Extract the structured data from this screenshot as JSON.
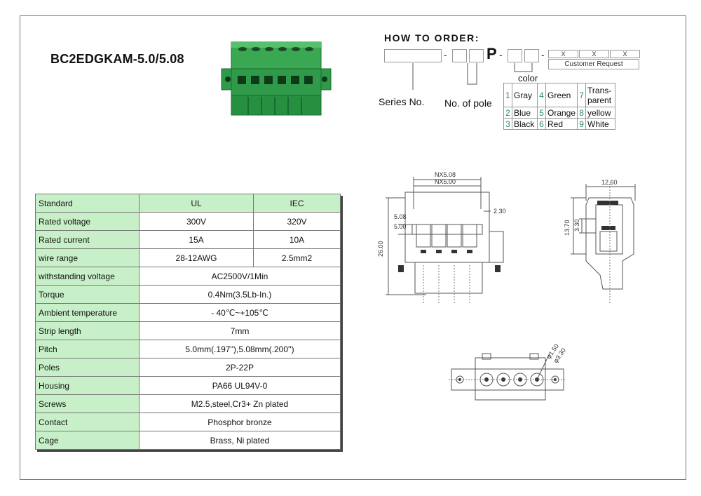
{
  "title": "BC2EDGKAM-5.0/5.08",
  "how_to_order": {
    "title": "HOW TO ORDER:",
    "letter": "P",
    "x_marks": [
      "X",
      "X",
      "X"
    ],
    "customer_request": "Customer Request",
    "labels": {
      "series": "Series No.",
      "pole": "No. of pole",
      "color": "color"
    },
    "colors": [
      [
        {
          "n": "1",
          "name": "Gray"
        },
        {
          "n": "4",
          "name": "Green"
        },
        {
          "n": "7",
          "name": "Trans- parent"
        }
      ],
      [
        {
          "n": "2",
          "name": "Blue"
        },
        {
          "n": "5",
          "name": "Orange"
        },
        {
          "n": "8",
          "name": "yellow"
        }
      ],
      [
        {
          "n": "3",
          "name": "Black"
        },
        {
          "n": "6",
          "name": "Red"
        },
        {
          "n": "9",
          "name": "White"
        }
      ]
    ]
  },
  "specs": {
    "header": {
      "key": "Standard",
      "ul": "UL",
      "iec": "IEC"
    },
    "split_rows": [
      {
        "key": "Rated voltage",
        "ul": "300V",
        "iec": "320V"
      },
      {
        "key": "Rated current",
        "ul": "15A",
        "iec": "10A"
      },
      {
        "key": "wire range",
        "ul": "28-12AWG",
        "iec": "2.5mm2"
      }
    ],
    "rows": [
      {
        "key": "withstanding voltage",
        "value": "AC2500V/1Min"
      },
      {
        "key": "Torque",
        "value": "0.4Nm(3.5Lb-In.)"
      },
      {
        "key": "Ambient temperature",
        "value": "- 40℃~+105℃"
      },
      {
        "key": "Strip length",
        "value": "7mm"
      },
      {
        "key": "Pitch",
        "value": "5.0mm(.197''),5.08mm(.200'')"
      },
      {
        "key": "Poles",
        "value": "2P-22P"
      },
      {
        "key": "Housing",
        "value": "PA66 UL94V-0"
      },
      {
        "key": "Screws",
        "value": "M2.5,steel,Cr3+ Zn plated"
      },
      {
        "key": "Contact",
        "value": "Phosphor bronze"
      },
      {
        "key": "Cage",
        "value": "Brass, Ni plated"
      }
    ]
  },
  "dimensions": {
    "front": {
      "nx508": "NX5.08",
      "nx500": "NX5.00",
      "d508": "5.08",
      "d500": "5.00",
      "d230": "2.30",
      "d2600": "26.00"
    },
    "side": {
      "d1260": "12.60",
      "d1370": "13.70",
      "d330": "3.30"
    },
    "bottom": {
      "d150": "φ1.50",
      "d330": "φ3.30"
    }
  },
  "colors": {
    "green_header": "#c8f0c8",
    "product_green": "#2e9a4a",
    "accent_number": "#2f8a64"
  }
}
